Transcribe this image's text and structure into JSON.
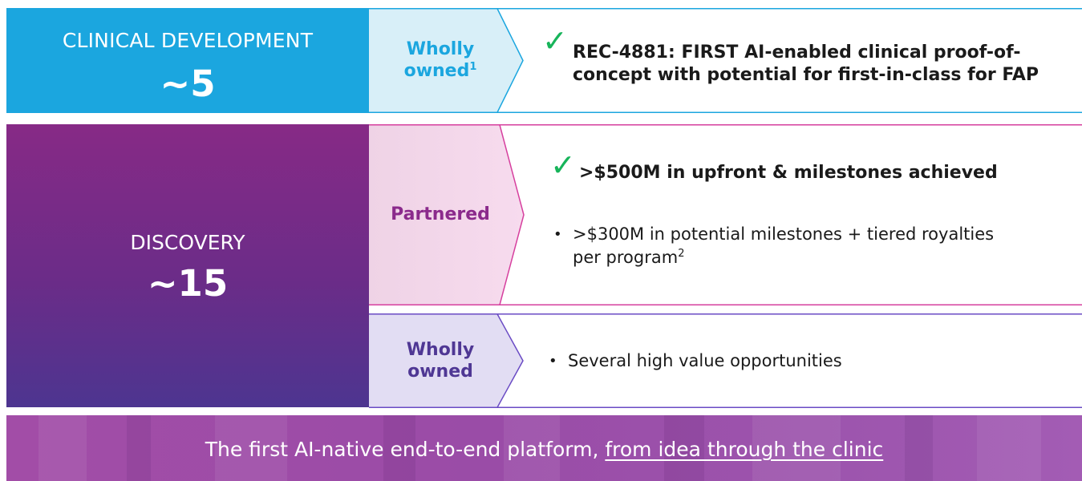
{
  "clinical": {
    "label": "CLINICAL DEVELOPMENT",
    "count": "~5",
    "tag_line1": "Wholly",
    "tag_line2": "owned",
    "tag_footnote": "1",
    "check_icon": "check-icon",
    "headline_line1": "REC-4881: FIRST AI-enabled clinical proof-of-",
    "headline_line2": "concept with potential for first-in-class for FAP"
  },
  "discovery": {
    "label": "DISCOVERY",
    "count": "~15",
    "partnered": {
      "tag": "Partnered",
      "check_icon": "check-icon",
      "headline": ">$500M in upfront & milestones achieved",
      "bullet_line1": ">$300M in potential milestones + tiered royalties",
      "bullet_line2": "per program",
      "bullet_footnote": "2"
    },
    "wholly_owned": {
      "tag_line1": "Wholly",
      "tag_line2": "owned",
      "bullet": "Several high value opportunities"
    }
  },
  "banner": {
    "text_plain": "The first AI-native end-to-end platform, ",
    "text_underlined": "from idea through the clinic"
  },
  "colors": {
    "clinical_blue": "#1ba6df",
    "clinical_tag_bg": "#d8eff8",
    "clinical_tag_text": "#1ba6df",
    "discovery_purple": "#872a86",
    "discovery_indigo": "#4d3590",
    "partnered_tag_bg": "#f3d4e8",
    "partnered_tag_text": "#8b2a8c",
    "partnered_border": "#d63f9e",
    "wholly_tag_bg": "#e2ddf3",
    "wholly_tag_text": "#4f3794",
    "wholly_border": "#6a4bc4",
    "check_green": "#17b45a",
    "banner_purple": "#a24da7"
  }
}
